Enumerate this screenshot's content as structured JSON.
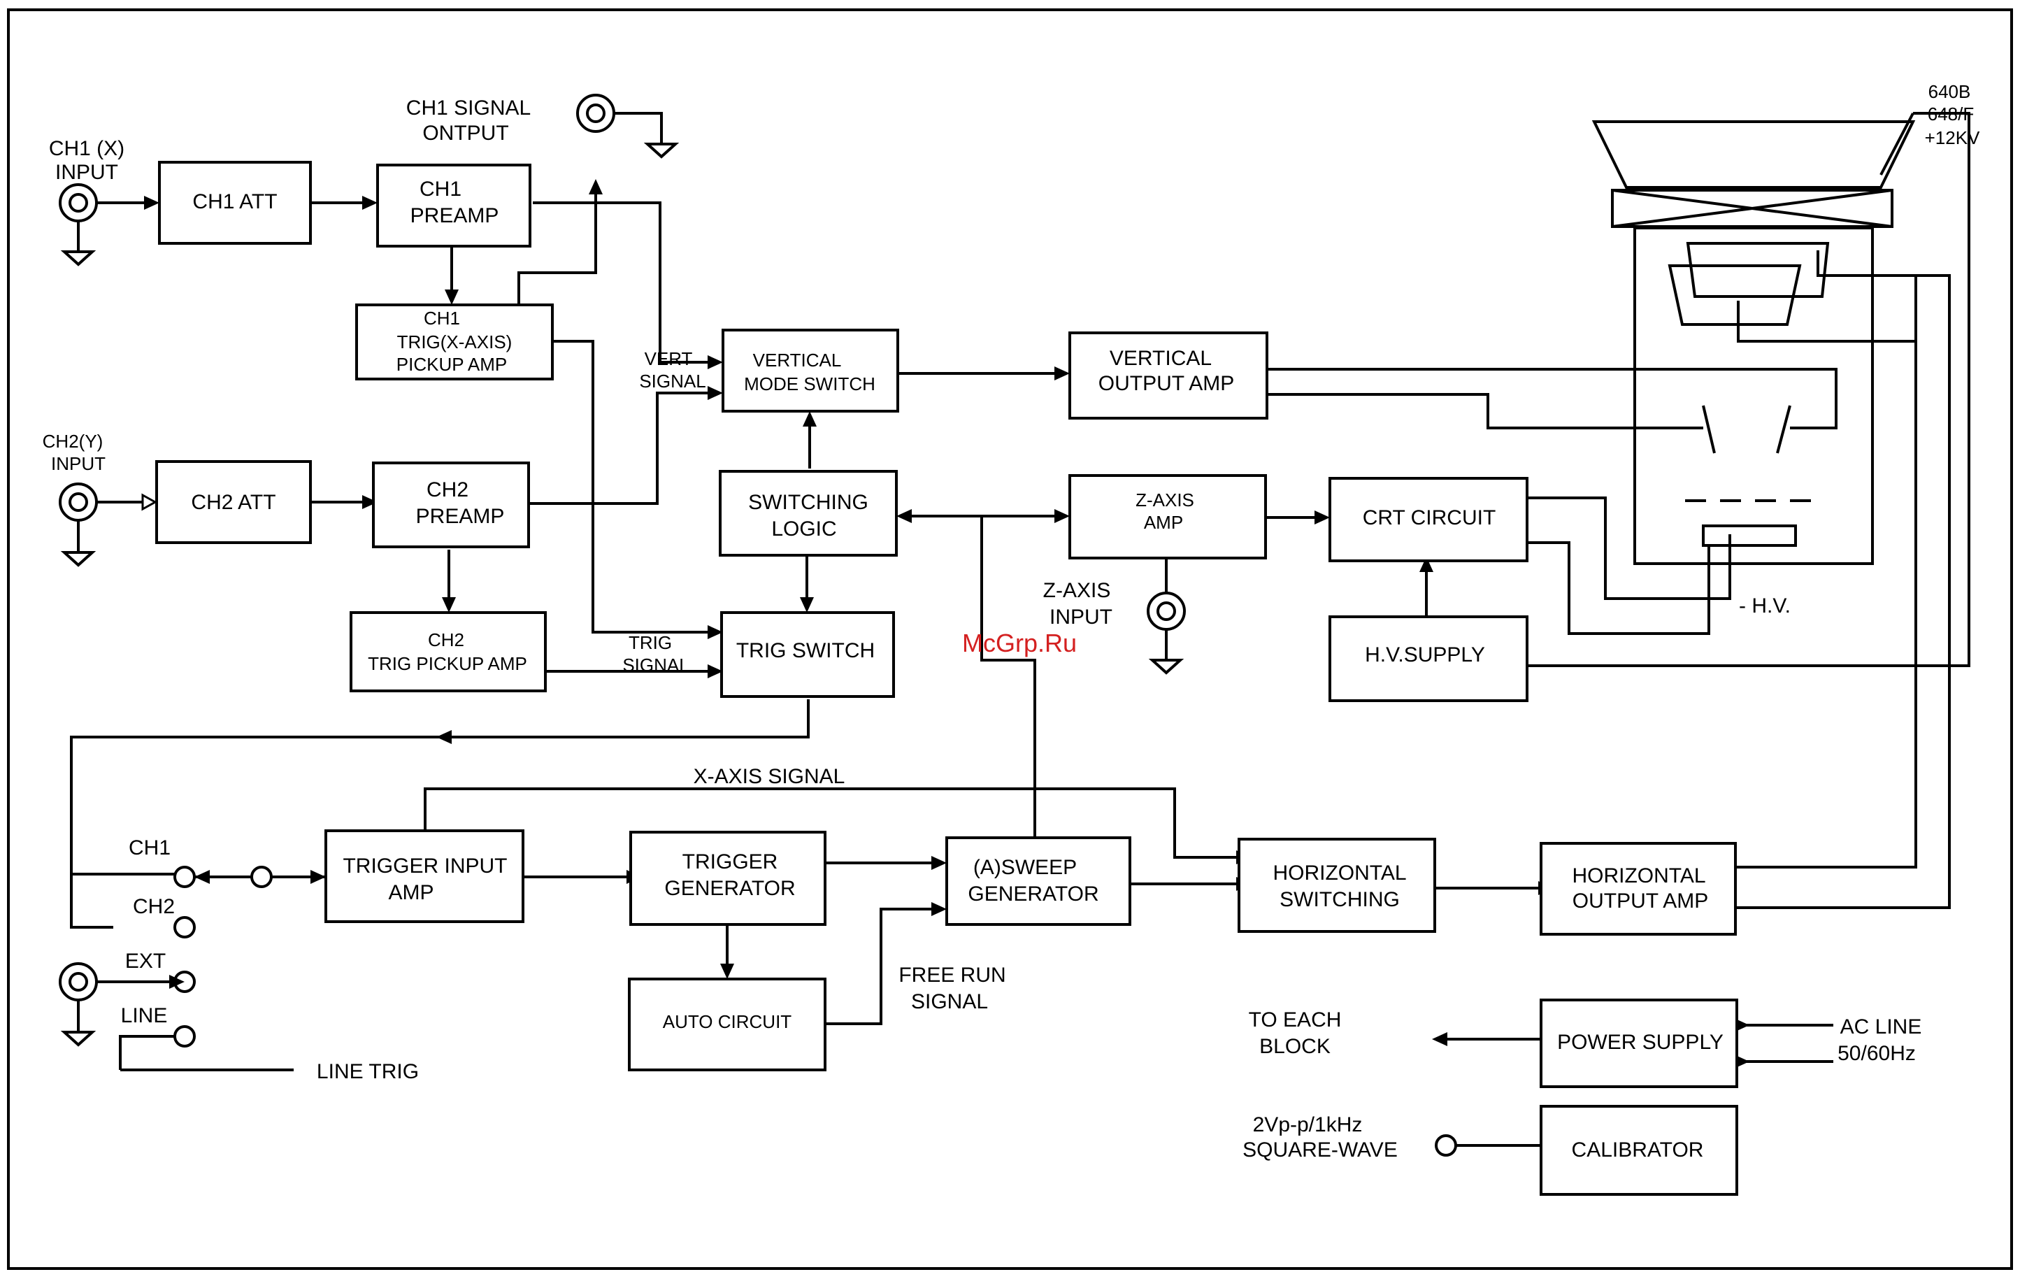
{
  "watermark": "McGrp.Ru",
  "labels": {
    "ch1_x_input": [
      "CH1 (X)",
      "INPUT"
    ],
    "ch2_y_input": [
      "CH2(Y)",
      "INPUT"
    ],
    "ch1_signal_output": [
      "CH1 SIGNAL",
      "ONTPUT"
    ],
    "vert_signal": [
      "VERT",
      "SIGNAL"
    ],
    "trig_signal": [
      "TRIG",
      "SIGNAL"
    ],
    "z_axis_input": [
      "Z-AXIS",
      "INPUT"
    ],
    "x_axis_signal": "X-AXIS SIGNAL",
    "ch1_sel": "CH1",
    "ch2_sel": "CH2",
    "ext_sel": "EXT",
    "line_sel": "LINE",
    "line_trig": "LINE TRIG",
    "free_run": [
      "FREE RUN",
      "SIGNAL"
    ],
    "to_each_block": [
      "TO EACH",
      "BLOCK"
    ],
    "ac_line": [
      "AC LINE",
      "50/60Hz"
    ],
    "square_wave": [
      "2Vp-p/1kHz",
      "SQUARE-WAVE"
    ],
    "hv_neg": "- H.V.",
    "crt_hv": [
      "640B",
      "648/F",
      "+12KV"
    ]
  },
  "blocks": {
    "ch1_att": [
      "CH1 ATT"
    ],
    "ch1_preamp": [
      "CH1",
      "PREAMP"
    ],
    "ch1_trig_amp": [
      "CH1",
      "TRIG(X-AXIS)",
      "PICKUP AMP"
    ],
    "ch2_att": [
      "CH2 ATT"
    ],
    "ch2_preamp": [
      "CH2",
      "PREAMP"
    ],
    "ch2_trig_amp": [
      "CH2",
      "TRIG PICKUP AMP"
    ],
    "vert_mode_switch": [
      "VERTICAL",
      "MODE SWITCH"
    ],
    "switching_logic": [
      "SWITCHING",
      "LOGIC"
    ],
    "trig_switch": [
      "TRIG SWITCH"
    ],
    "vert_output_amp": [
      "VERTICAL",
      "OUTPUT AMP"
    ],
    "z_axis_amp": [
      "Z-AXIS",
      "AMP"
    ],
    "crt_circuit": [
      "CRT CIRCUIT"
    ],
    "hv_supply": [
      "H.V.SUPPLY"
    ],
    "trigger_input_amp": [
      "TRIGGER INPUT",
      "AMP"
    ],
    "trigger_generator": [
      "TRIGGER",
      "GENERATOR"
    ],
    "sweep_generator": [
      "(A)SWEEP",
      "GENERATOR"
    ],
    "horizontal_switching": [
      "HORIZONTAL",
      "SWITCHING"
    ],
    "horizontal_output_amp": [
      "HORIZONTAL",
      "OUTPUT AMP"
    ],
    "auto_circuit": [
      "AUTO CIRCUIT"
    ],
    "power_supply": [
      "POWER SUPPLY"
    ],
    "calibrator": [
      "CALIBRATOR"
    ]
  }
}
